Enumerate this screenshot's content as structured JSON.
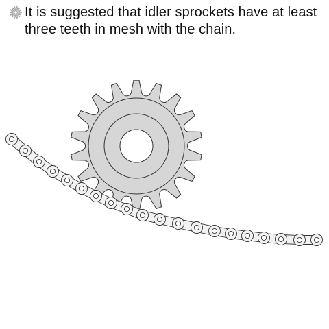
{
  "caption": {
    "icon": "gear-icon",
    "text": "It is suggested that idler sprockets have at least three teeth in mesh with the chain."
  },
  "diagram": {
    "sprocket": {
      "name": "idler-sprocket",
      "teeth": 18,
      "fill_color": "#d6d6d6",
      "outline_color": "#333333"
    },
    "chain": {
      "name": "roller-chain",
      "link_plate_color": "#f2f2f2",
      "outline_color": "#333333"
    }
  }
}
